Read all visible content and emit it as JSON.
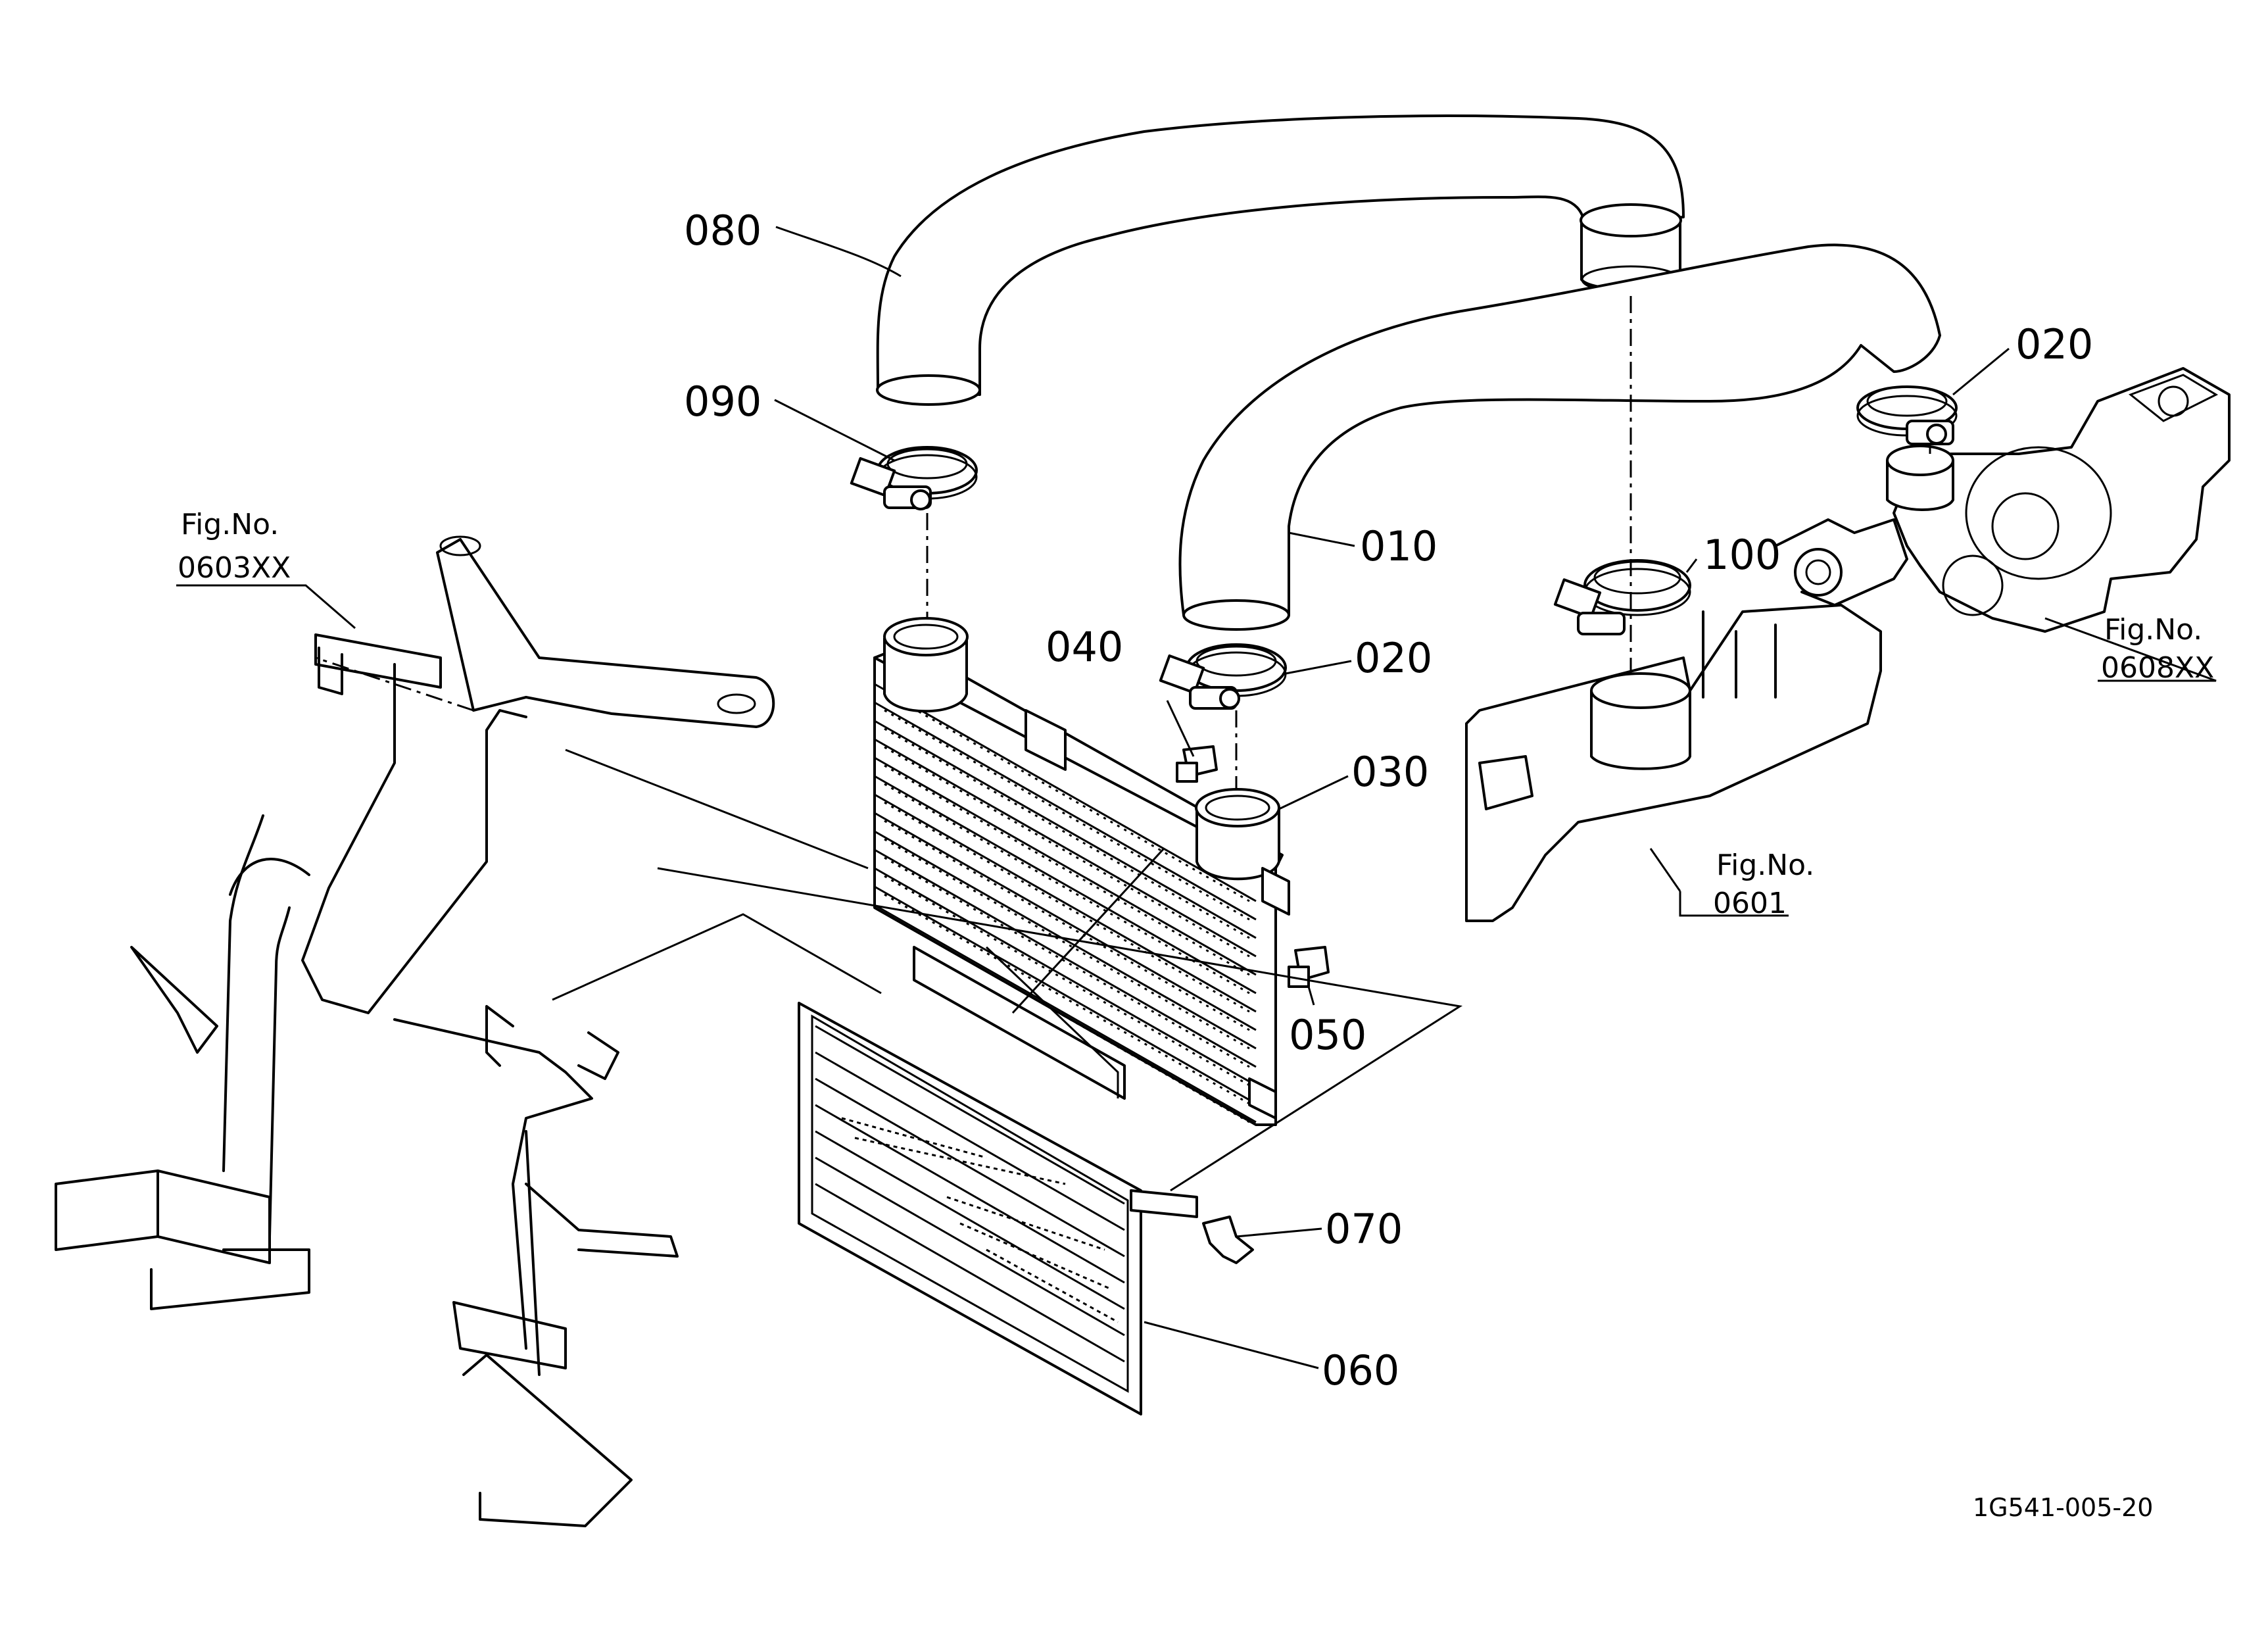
{
  "diagram": {
    "drawing_code": "1G541-005-20",
    "part_labels": [
      {
        "id": "p080",
        "text": "080"
      },
      {
        "id": "p090",
        "text": "090"
      },
      {
        "id": "p010",
        "text": "010"
      },
      {
        "id": "p020a",
        "text": "020"
      },
      {
        "id": "p020b",
        "text": "020"
      },
      {
        "id": "p100",
        "text": "100"
      },
      {
        "id": "p040",
        "text": "040"
      },
      {
        "id": "p030",
        "text": "030"
      },
      {
        "id": "p050",
        "text": "050"
      },
      {
        "id": "p070",
        "text": "070"
      },
      {
        "id": "p060",
        "text": "060"
      }
    ],
    "fig_refs": [
      {
        "id": "f0603",
        "caption": "Fig.No.",
        "number": "0603XX"
      },
      {
        "id": "f0608",
        "caption": "Fig.No.",
        "number": "0608XX"
      },
      {
        "id": "f0601",
        "caption": "Fig.No.",
        "number": "0601"
      }
    ]
  }
}
